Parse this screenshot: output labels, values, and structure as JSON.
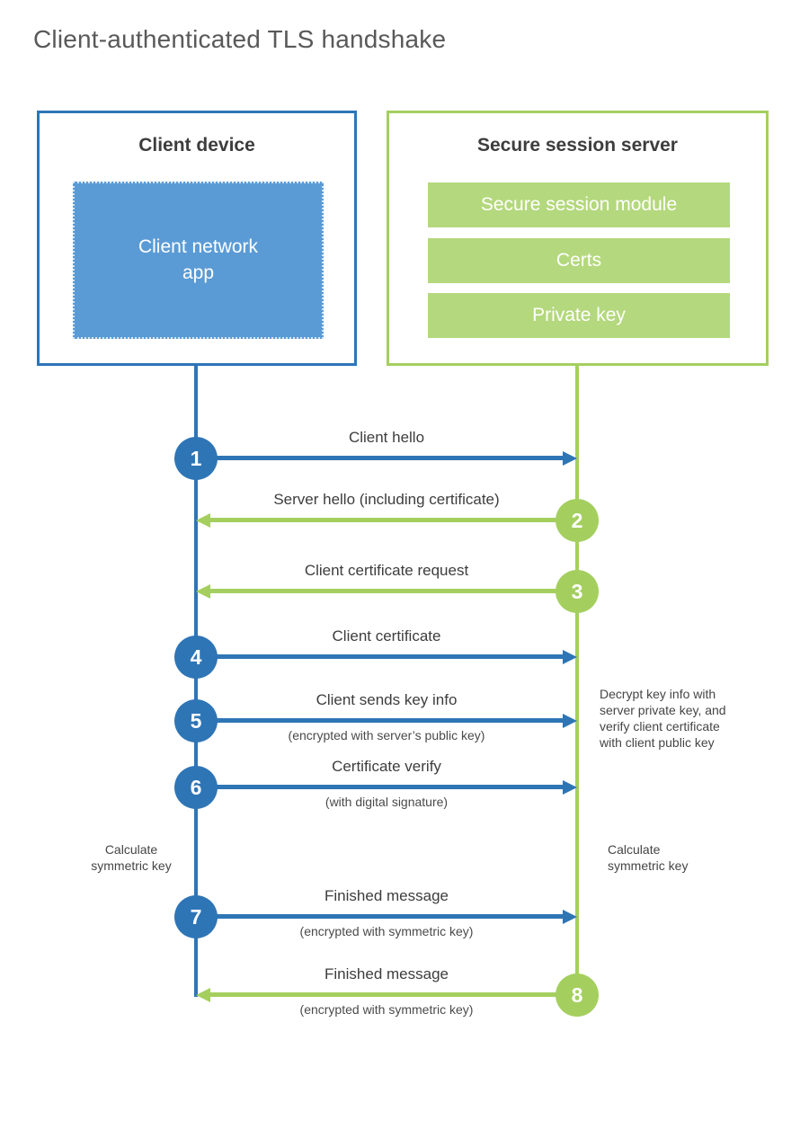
{
  "title": "Client-authenticated TLS handshake",
  "colors": {
    "blue_stroke": "#2e75b6",
    "blue_fill": "#5b9bd5",
    "green_stroke": "#a4cf5e",
    "green_fill": "#b4d87d",
    "title_text": "#595959",
    "label_text": "#3d3d3d"
  },
  "client": {
    "title": "Client device",
    "app_label": "Client network app"
  },
  "server": {
    "title": "Secure session server",
    "modules": [
      "Secure session module",
      "Certs",
      "Private key"
    ]
  },
  "steps": [
    {
      "num": "1",
      "from": "client",
      "direction": "right",
      "label": "Client hello",
      "sub": ""
    },
    {
      "num": "2",
      "from": "server",
      "direction": "left",
      "label": "Server hello (including certificate)",
      "sub": ""
    },
    {
      "num": "3",
      "from": "server",
      "direction": "left",
      "label": "Client certificate request",
      "sub": ""
    },
    {
      "num": "4",
      "from": "client",
      "direction": "right",
      "label": "Client certificate",
      "sub": ""
    },
    {
      "num": "5",
      "from": "client",
      "direction": "right",
      "label": "Client sends key info",
      "sub": "(encrypted with server’s public key)"
    },
    {
      "num": "6",
      "from": "client",
      "direction": "right",
      "label": "Certificate verify",
      "sub": "(with digital signature)"
    },
    {
      "num": "7",
      "from": "client",
      "direction": "right",
      "label": "Finished message",
      "sub": "(encrypted with symmetric key)"
    },
    {
      "num": "8",
      "from": "server",
      "direction": "left",
      "label": "Finished message",
      "sub": "(encrypted with symmetric key)"
    }
  ],
  "notes": {
    "decrypt_lines": [
      "Decrypt key info with",
      "server private key, and",
      "verify client certificate",
      "with client public key"
    ],
    "calc_left_lines": [
      "Calculate",
      "symmetric key"
    ],
    "calc_right_lines": [
      "Calculate",
      "symmetric key"
    ]
  }
}
